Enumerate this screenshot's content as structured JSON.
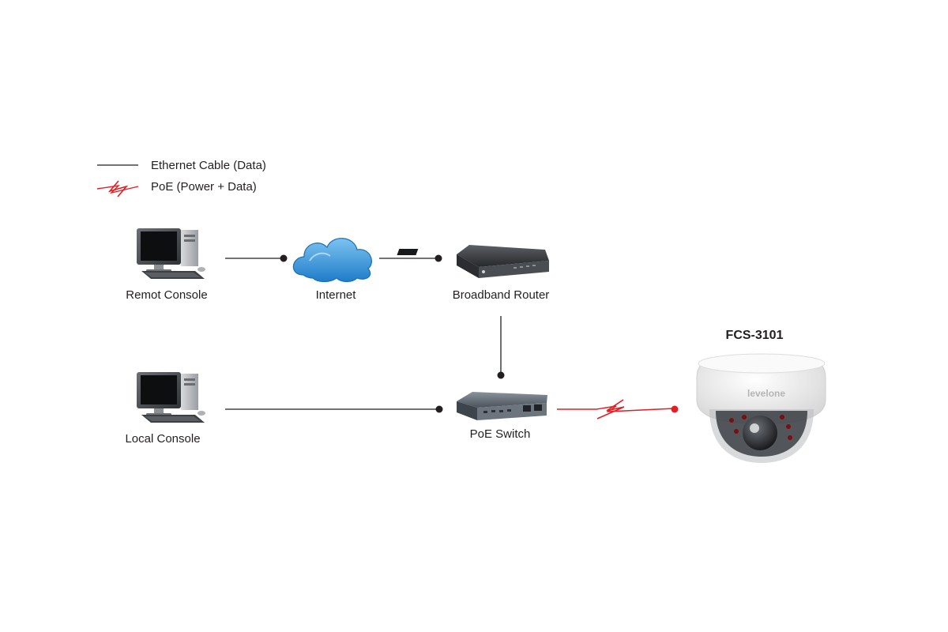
{
  "legend": {
    "ethernet_label": "Ethernet Cable (Data)",
    "poe_label": "PoE (Power + Data)"
  },
  "nodes": {
    "remote_console": "Remot Console",
    "internet": "Internet",
    "broadband_router": "Broadband Router",
    "local_console": "Local Console",
    "poe_switch": "PoE Switch",
    "camera_model": "FCS-3101",
    "camera_brand": "levelone"
  },
  "colors": {
    "ethernet": "#231f20",
    "poe": "#e31e24",
    "cloud": "#2d8fd6",
    "monitor": "#4a4d52",
    "router": "#3a3c40",
    "switch": "#5f6770",
    "camera_body": "#f2f2f2"
  }
}
